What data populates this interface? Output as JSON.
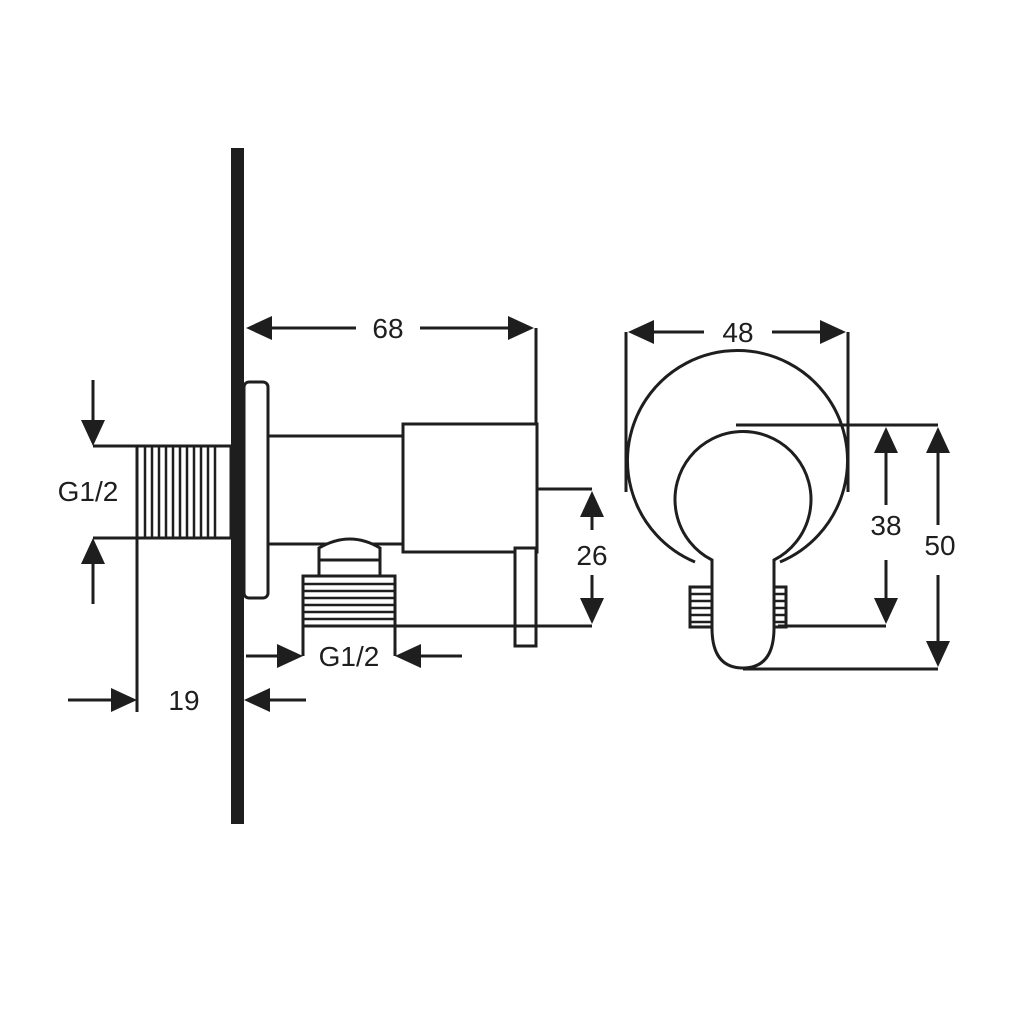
{
  "dimensions": {
    "depth": "68",
    "width": "48",
    "outlet_height": "26",
    "body_height": "38",
    "overall_height": "50",
    "wall_thread_length": "19"
  },
  "threads": {
    "inlet": "G1/2",
    "outlet": "G1/2"
  },
  "colors": {
    "line": "#1e1e1e",
    "background": "#ffffff"
  }
}
